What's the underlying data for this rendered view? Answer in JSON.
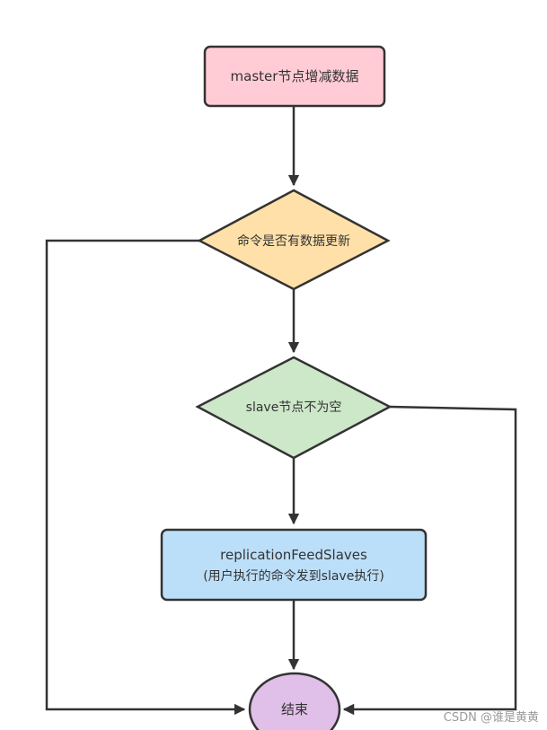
{
  "nodes": {
    "start": {
      "label": "master节点增减数据",
      "fill": "#ffccd5",
      "stroke": "#333333"
    },
    "decision_update": {
      "label": "命令是否有数据更新",
      "fill": "#ffe0a8",
      "stroke": "#333333"
    },
    "decision_slave": {
      "label": "slave节点不为空",
      "fill": "#cde7c9",
      "stroke": "#333333"
    },
    "process": {
      "line1": "replicationFeedSlaves",
      "line2": "(用户执行的命令发到slave执行)",
      "fill": "#bcdff9",
      "stroke": "#333333"
    },
    "end": {
      "label": "结束",
      "fill": "#e0bfe8",
      "stroke": "#333333"
    }
  },
  "edge_color": "#333333",
  "watermark": "CSDN @谁是黄黄"
}
